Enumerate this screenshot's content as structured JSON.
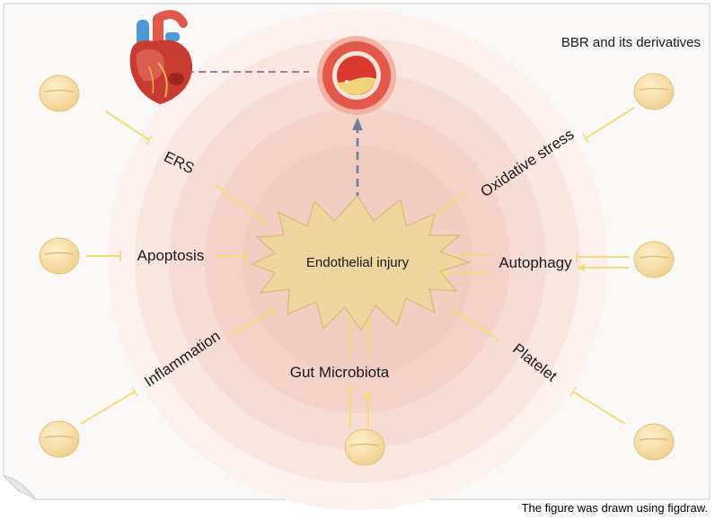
{
  "title": "BBR and its derivatives",
  "center": {
    "label": "Endothelial injury"
  },
  "pathways": [
    {
      "id": "ers",
      "label": "ERS"
    },
    {
      "id": "apoptosis",
      "label": "Apoptosis"
    },
    {
      "id": "inflammation",
      "label": "Inflammation"
    },
    {
      "id": "gut",
      "label": "Gut Microbiota"
    },
    {
      "id": "platelet",
      "label": "Platelet"
    },
    {
      "id": "autophagy",
      "label": "Autophagy"
    },
    {
      "id": "oxidative",
      "label": "Oxidative stress"
    }
  ],
  "footer": "The figure was drawn using figdraw.",
  "colors": {
    "paper": "#fbf8f8",
    "halo": "#f5d6cc",
    "center_fill": "#edd59e",
    "center_stroke": "#d9b975",
    "connector": "#f2dd78",
    "pill": "#f6dfa6",
    "dashed_vertical": "#6e7f95",
    "dashed_horizontal": "#8e6ca0",
    "artery_outer": "#e8786a",
    "plaque": "#f1d479"
  }
}
